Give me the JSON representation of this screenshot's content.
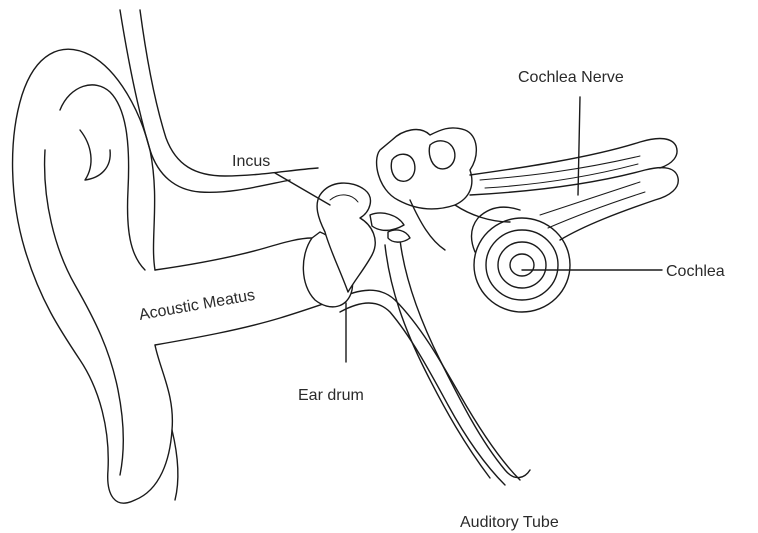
{
  "labels": {
    "cochlea_nerve": "Cochlea Nerve",
    "incus": "Incus",
    "cochlea": "Cochlea",
    "acoustic_meatus": "Acoustic Meatus",
    "ear_drum": "Ear drum",
    "auditory_tube": "Auditory Tube"
  },
  "colors": {
    "line": "#1a1a1a",
    "text": "#2a2a2a",
    "background": "#ffffff"
  }
}
